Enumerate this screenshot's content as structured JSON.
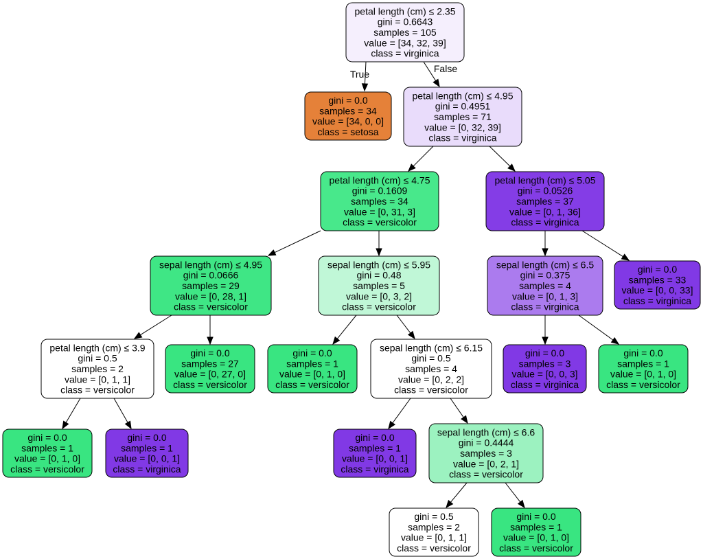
{
  "tree": {
    "nodes": [
      {
        "id": "n0",
        "color": "#f5effd",
        "lines": [
          "petal length (cm) ≤ 2.35",
          "gini = 0.6643",
          "samples = 105",
          "value = [34, 32, 39]",
          "class = virginica"
        ]
      },
      {
        "id": "n1",
        "color": "#e58139",
        "lines": [
          "gini = 0.0",
          "samples = 34",
          "value = [34, 0, 0]",
          "class = setosa"
        ]
      },
      {
        "id": "n2",
        "color": "#e9dcfb",
        "lines": [
          "petal length (cm) ≤ 4.95",
          "gini = 0.4951",
          "samples = 71",
          "value = [0, 32, 39]",
          "class = virginica"
        ]
      },
      {
        "id": "n3",
        "color": "#48e88b",
        "lines": [
          "petal length (cm) ≤ 4.75",
          "gini = 0.1609",
          "samples = 34",
          "value = [0, 31, 3]",
          "class = versicolor"
        ]
      },
      {
        "id": "n4",
        "color": "#843de6",
        "lines": [
          "petal length (cm) ≤ 5.05",
          "gini = 0.0526",
          "samples = 37",
          "value = [0, 1, 36]",
          "class = virginica"
        ]
      },
      {
        "id": "n5",
        "color": "#3fe685",
        "lines": [
          "sepal length (cm) ≤ 4.95",
          "gini = 0.0666",
          "samples = 29",
          "value = [0, 28, 1]",
          "class = versicolor"
        ]
      },
      {
        "id": "n6",
        "color": "#c0f7d7",
        "lines": [
          "sepal length (cm) ≤ 5.95",
          "gini = 0.48",
          "samples = 5",
          "value = [0, 3, 2]",
          "class = versicolor"
        ]
      },
      {
        "id": "n7",
        "color": "#ab7bee",
        "lines": [
          "sepal length (cm) ≤ 6.5",
          "gini = 0.375",
          "samples = 4",
          "value = [0, 1, 3]",
          "class = virginica"
        ]
      },
      {
        "id": "n8",
        "color": "#8139e5",
        "lines": [
          "gini = 0.0",
          "samples = 33",
          "value = [0, 0, 33]",
          "class = virginica"
        ]
      },
      {
        "id": "n9",
        "color": "#ffffff",
        "lines": [
          "petal length (cm) ≤ 3.9",
          "gini = 0.5",
          "samples = 2",
          "value = [0, 1, 1]",
          "class = versicolor"
        ]
      },
      {
        "id": "n10",
        "color": "#39e581",
        "lines": [
          "gini = 0.0",
          "samples = 27",
          "value = [0, 27, 0]",
          "class = versicolor"
        ]
      },
      {
        "id": "n11",
        "color": "#39e581",
        "lines": [
          "gini = 0.0",
          "samples = 1",
          "value = [0, 1, 0]",
          "class = versicolor"
        ]
      },
      {
        "id": "n12",
        "color": "#ffffff",
        "lines": [
          "sepal length (cm) ≤ 6.15",
          "gini = 0.5",
          "samples = 4",
          "value = [0, 2, 2]",
          "class = versicolor"
        ]
      },
      {
        "id": "n13",
        "color": "#8139e5",
        "lines": [
          "gini = 0.0",
          "samples = 3",
          "value = [0, 0, 3]",
          "class = virginica"
        ]
      },
      {
        "id": "n14",
        "color": "#39e581",
        "lines": [
          "gini = 0.0",
          "samples = 1",
          "value = [0, 1, 0]",
          "class = versicolor"
        ]
      },
      {
        "id": "n15",
        "color": "#39e581",
        "lines": [
          "gini = 0.0",
          "samples = 1",
          "value = [0, 1, 0]",
          "class = versicolor"
        ]
      },
      {
        "id": "n16",
        "color": "#8139e5",
        "lines": [
          "gini = 0.0",
          "samples = 1",
          "value = [0, 0, 1]",
          "class = virginica"
        ]
      },
      {
        "id": "n17",
        "color": "#8139e5",
        "lines": [
          "gini = 0.0",
          "samples = 1",
          "value = [0, 0, 1]",
          "class = virginica"
        ]
      },
      {
        "id": "n18",
        "color": "#9cf2c0",
        "lines": [
          "sepal length (cm) ≤ 6.6",
          "gini = 0.4444",
          "samples = 3",
          "value = [0, 2, 1]",
          "class = versicolor"
        ]
      },
      {
        "id": "n19",
        "color": "#ffffff",
        "lines": [
          "gini = 0.5",
          "samples = 2",
          "value = [0, 1, 1]",
          "class = versicolor"
        ]
      },
      {
        "id": "n20",
        "color": "#39e581",
        "lines": [
          "gini = 0.0",
          "samples = 1",
          "value = [0, 1, 0]",
          "class = versicolor"
        ]
      }
    ],
    "edges": [
      {
        "from": "n0",
        "to": "n1",
        "label": "True"
      },
      {
        "from": "n0",
        "to": "n2",
        "label": "False"
      },
      {
        "from": "n2",
        "to": "n3",
        "label": ""
      },
      {
        "from": "n2",
        "to": "n4",
        "label": ""
      },
      {
        "from": "n3",
        "to": "n5",
        "label": ""
      },
      {
        "from": "n3",
        "to": "n6",
        "label": ""
      },
      {
        "from": "n4",
        "to": "n7",
        "label": ""
      },
      {
        "from": "n4",
        "to": "n8",
        "label": ""
      },
      {
        "from": "n5",
        "to": "n9",
        "label": ""
      },
      {
        "from": "n5",
        "to": "n10",
        "label": ""
      },
      {
        "from": "n6",
        "to": "n14",
        "label": ""
      },
      {
        "from": "n6",
        "to": "n12",
        "label": ""
      },
      {
        "from": "n7",
        "to": "n13",
        "label": ""
      },
      {
        "from": "n7",
        "to": "n11",
        "label": ""
      },
      {
        "from": "n9",
        "to": "n15",
        "label": ""
      },
      {
        "from": "n9",
        "to": "n16",
        "label": ""
      },
      {
        "from": "n12",
        "to": "n17",
        "label": ""
      },
      {
        "from": "n12",
        "to": "n18",
        "label": ""
      },
      {
        "from": "n18",
        "to": "n19",
        "label": ""
      },
      {
        "from": "n18",
        "to": "n20",
        "label": ""
      }
    ]
  }
}
